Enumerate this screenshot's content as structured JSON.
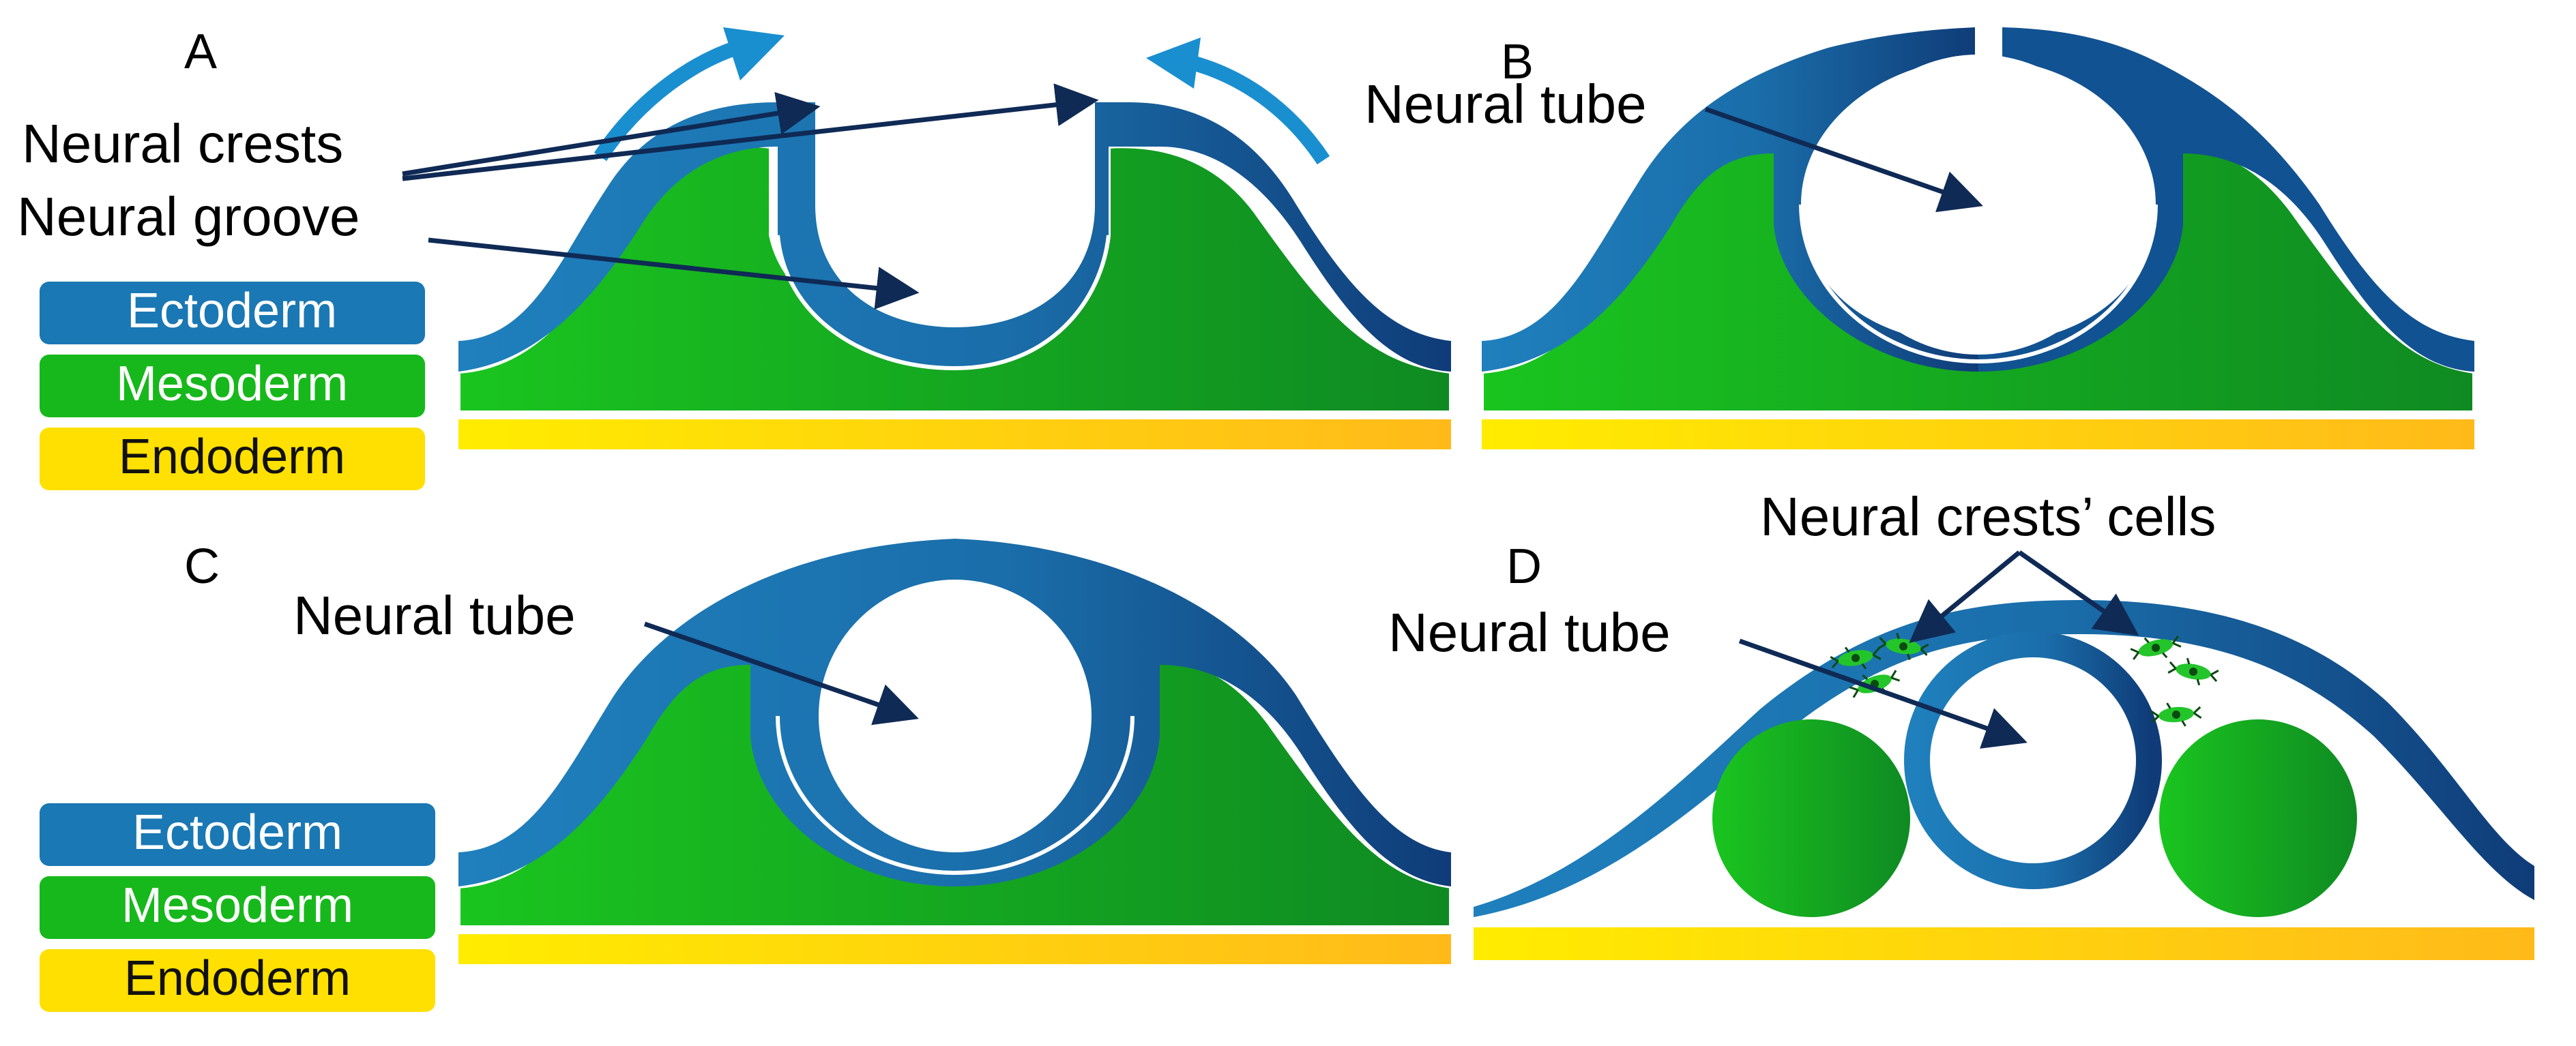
{
  "panels": {
    "a": "A",
    "b": "B",
    "c": "C",
    "d": "D"
  },
  "labels": {
    "neural_crests": "Neural crests",
    "neural_groove": "Neural groove",
    "neural_tube_b": "Neural tube",
    "neural_tube_c": "Neural tube",
    "neural_tube_d": "Neural tube",
    "neural_crests_cells": "Neural crests’ cells"
  },
  "legend_top": {
    "ectoderm": "Ectoderm",
    "mesoderm": "Mesoderm",
    "endoderm": "Endoderm"
  },
  "legend_bottom": {
    "ectoderm": "Ectoderm",
    "mesoderm": "Mesoderm",
    "endoderm": "Endoderm"
  },
  "colors": {
    "ectoderm": "#1a78b4",
    "ectoderm_dark": "#0f3f78",
    "mesoderm": "#17b81b",
    "mesoderm_dark": "#0e8a1e",
    "endoderm": "#ffe000",
    "arrow": "#0f2a55",
    "fold_arrow": "#1a8fd0"
  }
}
